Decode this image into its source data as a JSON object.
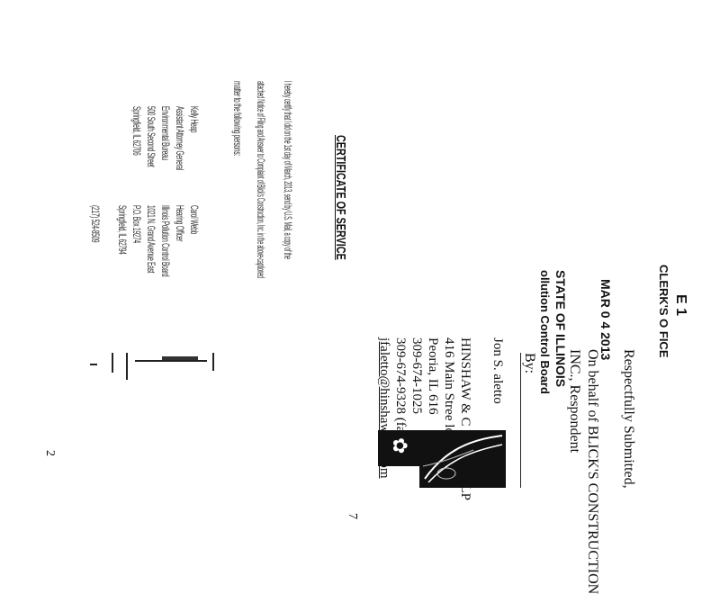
{
  "signature": {
    "closing": "Respectfully Submitted,",
    "on_behalf_1": "On behalf of BLICK'S CONSTRUCTION",
    "on_behalf_2": "INC., Respondent",
    "by": "By:",
    "attorney": "Jon S.  aletto",
    "firm": "HINSHAW & C           RTSON LLP",
    "street": "416 Main Stree            loor",
    "city": "Peoria, IL 616",
    "phone": "309-674-1025",
    "fax": "309-674-9328 (fax)",
    "email": "jfaletto@hinshawlaw.com"
  },
  "stamp": {
    "number": "E 1",
    "office": "CLERK'S O  FICE",
    "date": "MAR 0 4 2013",
    "state": "STATE OF ILLINOIS",
    "board": "ollution Control Board"
  },
  "certificate": {
    "heading": "CERTIFICATE OF SERVICE",
    "body_1": "I hereby certify that I did on the 1st day of March, 2013, send by U.S. Mail, a copy of the",
    "body_2": "attached Notice of Filing and Answer to Complaint of Blick's Construction, Inc. in the above-captioned",
    "body_3": "matter to the following persons:",
    "contacts": [
      {
        "name": "Kelly Heap",
        "org": "Assistant Attorney General",
        "addr": "Environmental Bureau",
        "city": "500 South Second Street",
        "zip": "Springfield, IL 62706"
      },
      {
        "name": "Carol Webb",
        "org": "Hearing Officer",
        "addr": "Illinois Pollution Control Board",
        "city": "1021 N. Grand Avenue East",
        "zip": "P.O. Box 19274",
        "zip2": "Springfield, IL 62794",
        "zip3": "(217) 524-8509"
      }
    ]
  },
  "page_number": "2",
  "stray_mark": "7"
}
